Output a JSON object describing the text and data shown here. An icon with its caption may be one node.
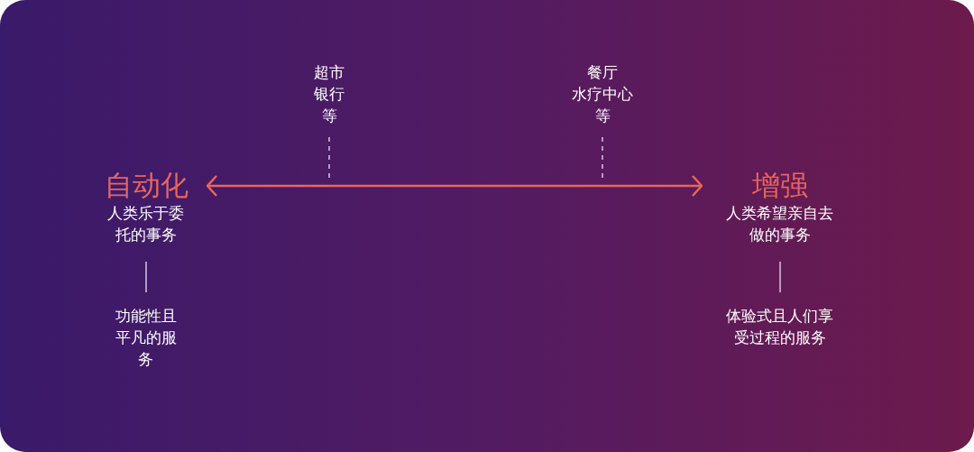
{
  "diagram": {
    "nodes": [
      {
        "text": [
          "自动化",
          "人类乐于委托的事务"
        ]
      },
      {
        "text": [
          "功能性且平凡的服务"
        ]
      },
      {
        "text": [
          "增强",
          "人类希望亲自去做的事务"
        ]
      },
      {
        "text": [
          "体验式且人们享受过程的服务"
        ]
      },
      {
        "text": [
          "超市",
          "银行",
          "等"
        ]
      },
      {
        "text": [
          "餐厅",
          "水疗中心",
          "等"
        ]
      }
    ],
    "edges": [
      {
        "from": 0,
        "to": 2,
        "arrow": "both",
        "color": "#e8665f"
      },
      {
        "from": 0,
        "to": 1,
        "arrow": "none"
      },
      {
        "from": 2,
        "to": 3,
        "arrow": "none"
      },
      {
        "from": 4,
        "to": null,
        "arrow": "none",
        "style": "dashed"
      },
      {
        "from": 5,
        "to": null,
        "arrow": "none",
        "style": "dashed"
      }
    ]
  }
}
